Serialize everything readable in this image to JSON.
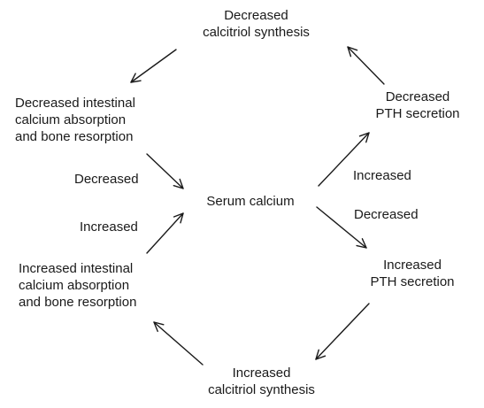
{
  "nodes": {
    "top": "Decreased\ncalcitriol synthesis",
    "upper_right": "Decreased\nPTH secretion",
    "upper_left": "Decreased intestinal\ncalcium absorption\nand bone resorption",
    "center": "Serum calcium",
    "lower_left": "Increased intestinal\ncalcium absorption\nand bone resorption",
    "lower_right": "Increased\nPTH secretion",
    "bottom": "Increased\ncalcitriol synthesis"
  },
  "edge_labels": {
    "left_decreased": "Decreased",
    "left_increased": "Increased",
    "right_increased": "Increased",
    "right_decreased": "Decreased"
  }
}
